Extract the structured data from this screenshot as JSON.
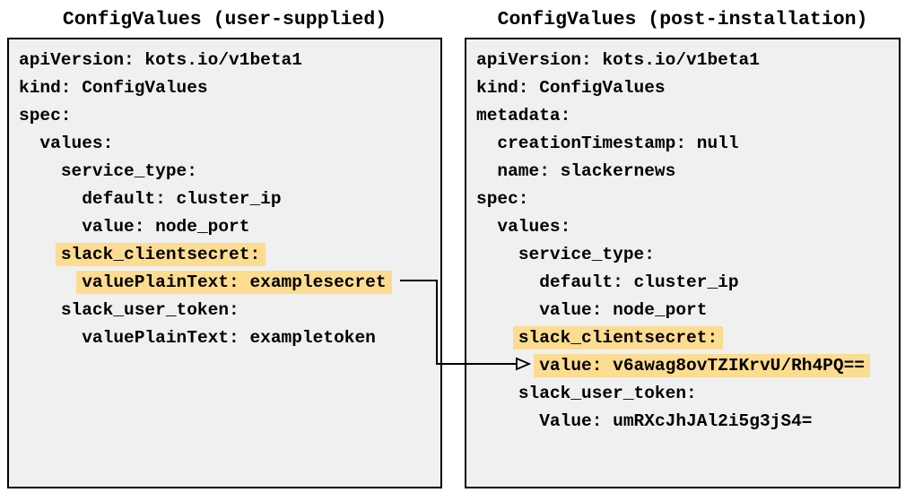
{
  "colors": {
    "page_background": "#FFFFFF",
    "panel_background": "#F0F0F0",
    "panel_border": "#000000",
    "highlight": "#FBDC91",
    "text": "#000000",
    "arrow": "#000000"
  },
  "left_panel": {
    "title": "ConfigValues (user-supplied)",
    "lines": [
      {
        "indent": 0,
        "text": "apiVersion: kots.io/v1beta1",
        "highlight": false
      },
      {
        "indent": 0,
        "text": "kind: ConfigValues",
        "highlight": false
      },
      {
        "indent": 0,
        "text": "spec:",
        "highlight": false
      },
      {
        "indent": 2,
        "text": "values:",
        "highlight": false
      },
      {
        "indent": 4,
        "text": "service_type:",
        "highlight": false
      },
      {
        "indent": 6,
        "text": "default: cluster_ip",
        "highlight": false
      },
      {
        "indent": 6,
        "text": "value: node_port",
        "highlight": false
      },
      {
        "indent": 4,
        "text": "slack_clientsecret:",
        "highlight": true
      },
      {
        "indent": 6,
        "text": "valuePlainText: examplesecret",
        "highlight": true
      },
      {
        "indent": 4,
        "text": "slack_user_token:",
        "highlight": false
      },
      {
        "indent": 6,
        "text": "valuePlainText: exampletoken",
        "highlight": false
      }
    ]
  },
  "right_panel": {
    "title": "ConfigValues (post-installation)",
    "lines": [
      {
        "indent": 0,
        "text": "apiVersion: kots.io/v1beta1",
        "highlight": false
      },
      {
        "indent": 0,
        "text": "kind: ConfigValues",
        "highlight": false
      },
      {
        "indent": 0,
        "text": "metadata:",
        "highlight": false
      },
      {
        "indent": 2,
        "text": "creationTimestamp: null",
        "highlight": false
      },
      {
        "indent": 2,
        "text": "name: slackernews",
        "highlight": false
      },
      {
        "indent": 0,
        "text": "spec:",
        "highlight": false
      },
      {
        "indent": 2,
        "text": "values:",
        "highlight": false
      },
      {
        "indent": 4,
        "text": "service_type:",
        "highlight": false
      },
      {
        "indent": 6,
        "text": "default: cluster_ip",
        "highlight": false
      },
      {
        "indent": 6,
        "text": "value: node_port",
        "highlight": false
      },
      {
        "indent": 4,
        "text": "slack_clientsecret:",
        "highlight": true
      },
      {
        "indent": 6,
        "text": "value: v6awag8ovTZIKrvU/Rh4PQ==",
        "highlight": true
      },
      {
        "indent": 4,
        "text": "slack_user_token:",
        "highlight": false
      },
      {
        "indent": 6,
        "text": "Value: umRXcJhJAl2i5g3jS4=",
        "highlight": false
      }
    ]
  }
}
